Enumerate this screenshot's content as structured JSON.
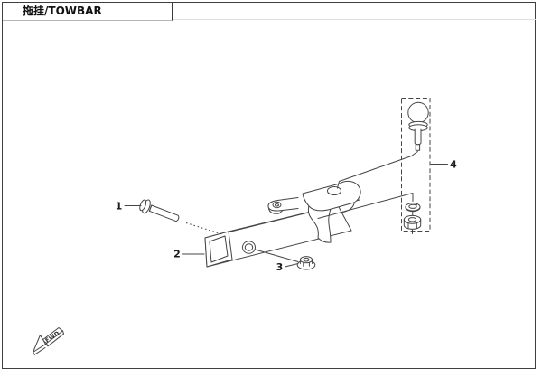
{
  "title": {
    "text": "拖挂/TOWBAR"
  },
  "part_labels": {
    "1": "1",
    "2": "2",
    "3": "3",
    "4": "4"
  },
  "fwd_arrow": {
    "text": "FWD"
  },
  "colors": {
    "line": "#454545",
    "page_border": "#3f3f3f"
  }
}
